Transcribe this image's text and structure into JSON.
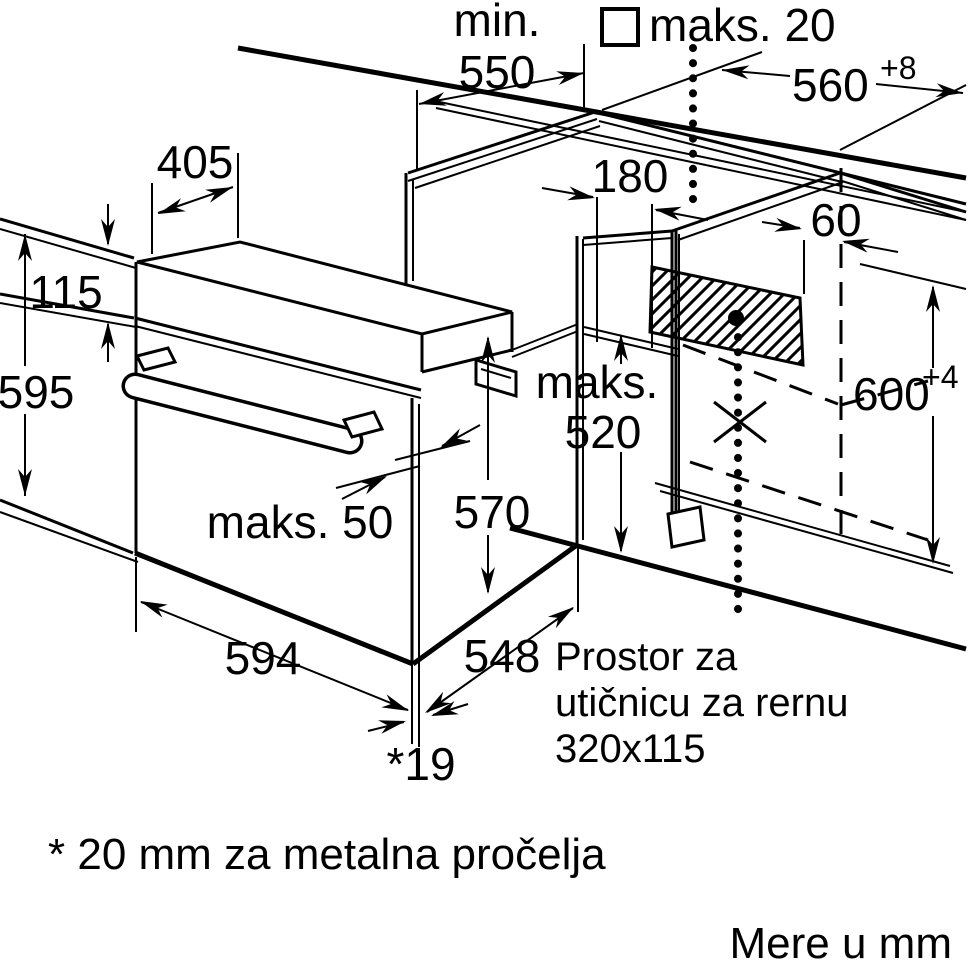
{
  "diagram": {
    "title_implicit": "Built-in oven installation drawing",
    "colors": {
      "line": "#000000",
      "background": "#ffffff"
    },
    "dims": {
      "worktop_depth_label": "min.",
      "worktop_depth_value": "550",
      "rear_gap": "maks. 20",
      "niche_width": "560",
      "niche_width_tolerance": "+8",
      "top_depth": "405",
      "panel_height": "115",
      "oven_height": "595",
      "offset_180": "180",
      "socket_offset_60": "60",
      "inner_height_label": "maks.",
      "inner_height_value": "520",
      "niche_height": "600",
      "niche_height_tolerance": "+4",
      "oven_depth": "570",
      "handle_protrusion": "maks. 50",
      "oven_width": "594",
      "body_depth": "548",
      "door_front_thickness": "*19"
    },
    "socket_note": {
      "line1": "Prostor za",
      "line2": "utičnicu za rernu",
      "line3": "320x115"
    },
    "footnote": "* 20 mm za metalna pročelja",
    "units_note": "Mere u mm"
  }
}
